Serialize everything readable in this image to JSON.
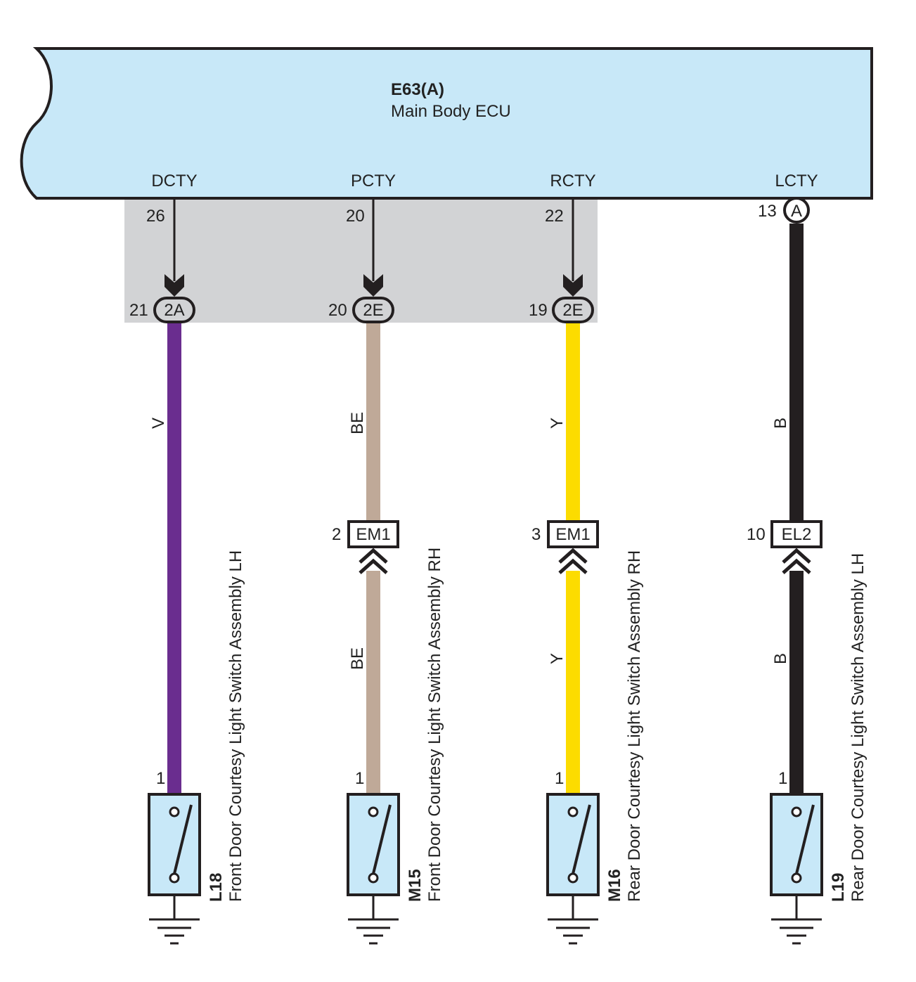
{
  "ecu": {
    "code": "E63(A)",
    "name": "Main Body ECU",
    "fill": "#c8e8f8",
    "shade_fill": "#d2d3d5"
  },
  "circuits": [
    {
      "id": "dcty",
      "terminal": "DCTY",
      "ecu_pin": "26",
      "junction_pin": "21",
      "junction_code": "2A",
      "wire_color_code": "V",
      "wire_hex": "#6a2d8f",
      "inline": null,
      "sw_pin": "1",
      "sw_code": "L18",
      "sw_name": "Front Door Courtesy Light Switch Assembly LH"
    },
    {
      "id": "pcty",
      "terminal": "PCTY",
      "ecu_pin": "20",
      "junction_pin": "20",
      "junction_code": "2E",
      "wire_color_code": "BE",
      "wire_hex": "#bfa998",
      "inline": {
        "pin": "2",
        "code": "EM1"
      },
      "sw_pin": "1",
      "sw_code": "M15",
      "sw_name": "Front Door Courtesy Light Switch Assembly RH"
    },
    {
      "id": "rcty",
      "terminal": "RCTY",
      "ecu_pin": "22",
      "junction_pin": "19",
      "junction_code": "2E",
      "wire_color_code": "Y",
      "wire_hex": "#fcdc00",
      "inline": {
        "pin": "3",
        "code": "EM1"
      },
      "sw_pin": "1",
      "sw_code": "M16",
      "sw_name": "Rear Door Courtesy Light Switch Assembly RH"
    },
    {
      "id": "lcty",
      "terminal": "LCTY",
      "ecu_pin": "13",
      "connector_code": "A",
      "wire_color_code": "B",
      "wire_hex": "#231f20",
      "inline": {
        "pin": "10",
        "code": "EL2"
      },
      "sw_pin": "1",
      "sw_code": "L19",
      "sw_name": "Rear Door Courtesy Light Switch Assembly LH"
    }
  ]
}
